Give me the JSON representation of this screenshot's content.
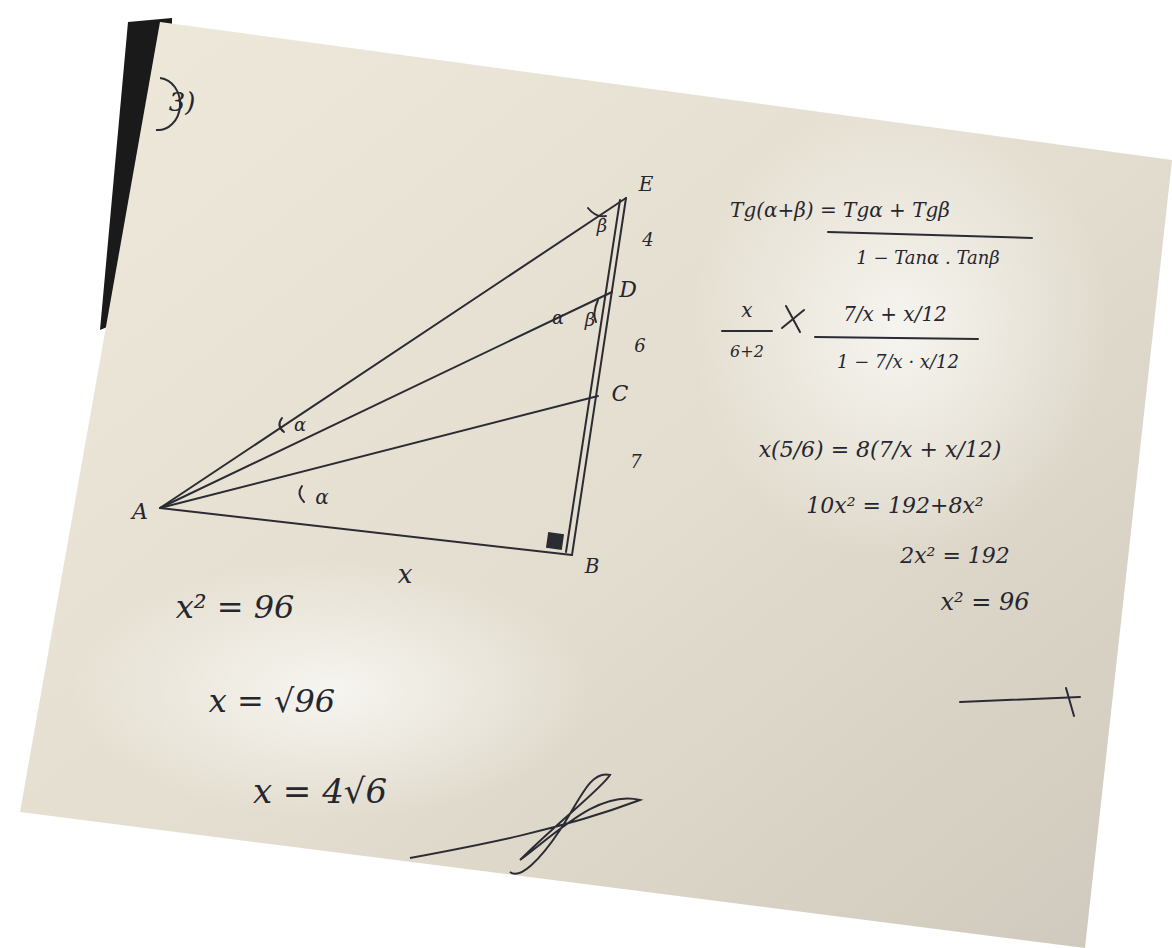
{
  "diagram": {
    "labels": [
      "3)",
      "E",
      "β",
      "4",
      "D",
      "α",
      "β",
      "6",
      "C",
      "7",
      "B",
      "A",
      "α",
      "α",
      "x",
      "Tg(α+β) = Tgα + Tgβ",
      "1 − Tanα . Tanβ",
      "x",
      "6+2",
      "7/x + x/12",
      "1 − 7/x · x/12",
      "x(5/6) = 8(7/x + x/12)",
      "10x² = 192+8x²",
      "2x² = 192",
      "x² = 96",
      "x² = 96",
      "x = √96",
      "x = 4√6"
    ]
  }
}
